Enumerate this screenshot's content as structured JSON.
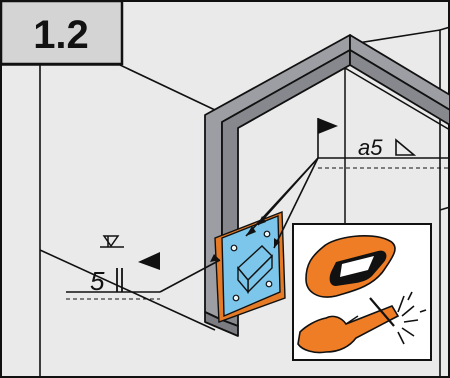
{
  "step_number": "1.2",
  "weld_symbols": {
    "fillet_weld_label": "a5",
    "square_butt_weld_label": "5"
  },
  "colors": {
    "background": "#eaeaea",
    "wall": "#9c9ea3",
    "plate": "#7bc6ea",
    "flange": "#e67b27",
    "helmet": "#ef7d25",
    "outline": "#111111"
  },
  "icons": [
    "welding-helmet-icon",
    "welding-torch-icon",
    "sparks-icon",
    "weld-flag-icon"
  ]
}
